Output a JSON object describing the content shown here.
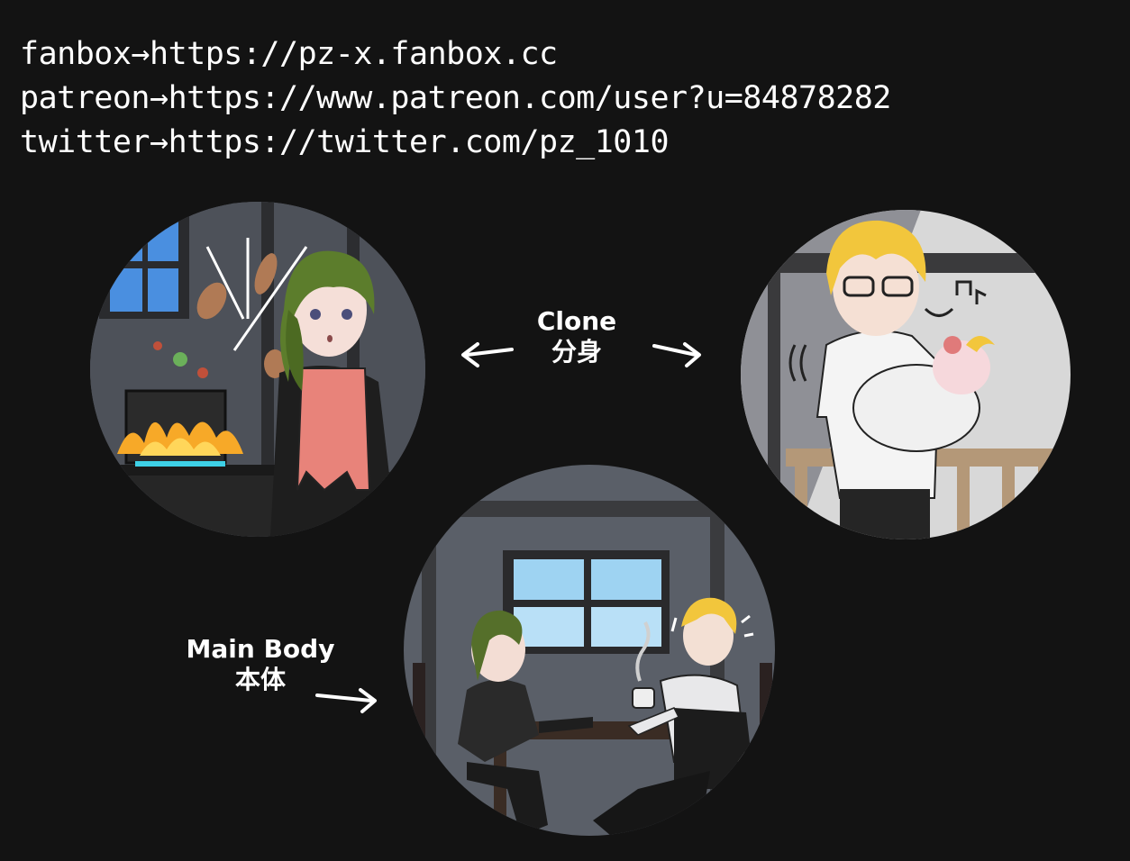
{
  "links": [
    {
      "label": "fanbox→https://pz-x.fanbox.cc"
    },
    {
      "label": "patreon→https://www.patreon.com/user?u=84878282"
    },
    {
      "label": "twitter→https://twitter.com/pz_1010"
    }
  ],
  "captions": {
    "clone_en": "Clone",
    "clone_zh": "分身",
    "main_en": "Main Body",
    "main_zh": "本体"
  },
  "colors": {
    "background": "#131313",
    "text": "#ffffff"
  }
}
